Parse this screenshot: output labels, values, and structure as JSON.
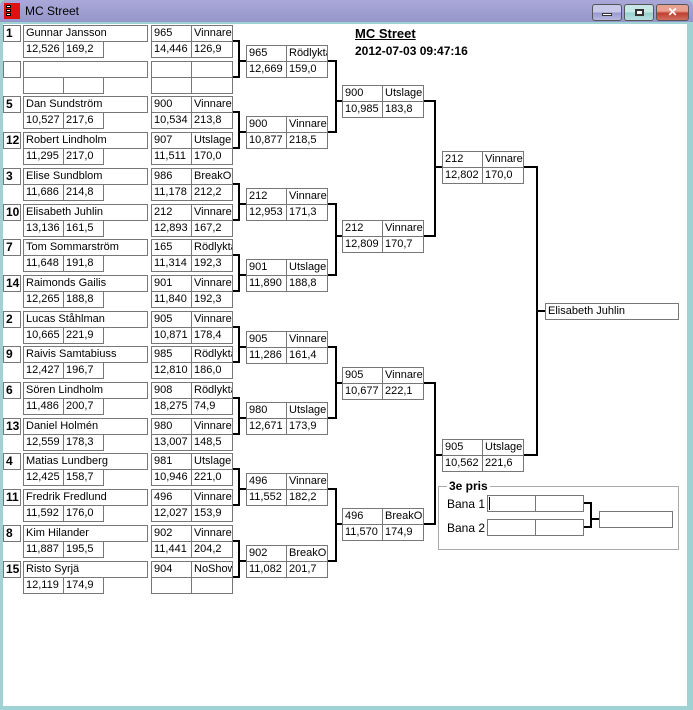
{
  "window": {
    "title": "MC Street"
  },
  "header": {
    "title": "MC Street",
    "timestamp": "2012-07-03 09:47:16"
  },
  "round1": {
    "entries": [
      {
        "seed": "1",
        "name": "Gunnar Jansson",
        "time": "12,526",
        "speed": "169,2"
      },
      {
        "seed": "",
        "name": "",
        "time": "",
        "speed": ""
      },
      {
        "seed": "5",
        "name": "Dan Sundström",
        "time": "10,527",
        "speed": "217,6"
      },
      {
        "seed": "12",
        "name": "Robert Lindholm",
        "time": "11,295",
        "speed": "217,0"
      },
      {
        "seed": "3",
        "name": "Elise Sundblom",
        "time": "11,686",
        "speed": "214,8"
      },
      {
        "seed": "10",
        "name": "Elisabeth Juhlin",
        "time": "13,136",
        "speed": "161,5"
      },
      {
        "seed": "7",
        "name": "Tom Sommarström",
        "time": "11,648",
        "speed": "191,8"
      },
      {
        "seed": "14",
        "name": "Raimonds Gailis",
        "time": "12,265",
        "speed": "188,8"
      },
      {
        "seed": "2",
        "name": "Lucas Ståhlman",
        "time": "10,665",
        "speed": "221,9"
      },
      {
        "seed": "9",
        "name": "Raivis Samtabiuss",
        "time": "12,427",
        "speed": "196,7"
      },
      {
        "seed": "6",
        "name": "Sören Lindholm",
        "time": "11,486",
        "speed": "200,7"
      },
      {
        "seed": "13",
        "name": "Daniel Holmén",
        "time": "12,559",
        "speed": "178,3"
      },
      {
        "seed": "4",
        "name": "Matias Lundberg",
        "time": "12,425",
        "speed": "158,7"
      },
      {
        "seed": "11",
        "name": "Fredrik Fredlund",
        "time": "11,592",
        "speed": "176,0"
      },
      {
        "seed": "8",
        "name": "Kim Hilander",
        "time": "11,887",
        "speed": "195,5"
      },
      {
        "seed": "15",
        "name": "Risto Syrjä",
        "time": "12,119",
        "speed": "174,9"
      }
    ],
    "results": [
      {
        "num": "965",
        "status": "Vinnare",
        "time": "14,446",
        "speed": "126,9"
      },
      {
        "num": "",
        "status": "",
        "time": "",
        "speed": ""
      },
      {
        "num": "900",
        "status": "Vinnare",
        "time": "10,534",
        "speed": "213,8"
      },
      {
        "num": "907",
        "status": "Utslagen",
        "time": "11,511",
        "speed": "170,0"
      },
      {
        "num": "986",
        "status": "BreakOut",
        "time": "11,178",
        "speed": "212,2"
      },
      {
        "num": "212",
        "status": "Vinnare",
        "time": "12,893",
        "speed": "167,2"
      },
      {
        "num": "165",
        "status": "Rödlykta",
        "time": "11,314",
        "speed": "192,3"
      },
      {
        "num": "901",
        "status": "Vinnare",
        "time": "11,840",
        "speed": "192,3"
      },
      {
        "num": "905",
        "status": "Vinnare",
        "time": "10,871",
        "speed": "178,4"
      },
      {
        "num": "985",
        "status": "Rödlykta",
        "time": "12,810",
        "speed": "186,0"
      },
      {
        "num": "908",
        "status": "Rödlykta",
        "time": "18,275",
        "speed": "74,9"
      },
      {
        "num": "980",
        "status": "Vinnare",
        "time": "13,007",
        "speed": "148,5"
      },
      {
        "num": "981",
        "status": "Utslagen",
        "time": "10,946",
        "speed": "221,0"
      },
      {
        "num": "496",
        "status": "Vinnare",
        "time": "12,027",
        "speed": "153,9"
      },
      {
        "num": "902",
        "status": "Vinnare",
        "time": "11,441",
        "speed": "204,2"
      },
      {
        "num": "904",
        "status": "NoShow",
        "time": "",
        "speed": ""
      }
    ]
  },
  "round2": [
    {
      "num": "965",
      "status": "Rödlykta",
      "time": "12,669",
      "speed": "159,0"
    },
    {
      "num": "900",
      "status": "Vinnare",
      "time": "10,877",
      "speed": "218,5"
    },
    {
      "num": "212",
      "status": "Vinnare",
      "time": "12,953",
      "speed": "171,3"
    },
    {
      "num": "901",
      "status": "Utslagen",
      "time": "11,890",
      "speed": "188,8"
    },
    {
      "num": "905",
      "status": "Vinnare",
      "time": "11,286",
      "speed": "161,4"
    },
    {
      "num": "980",
      "status": "Utslagen",
      "time": "12,671",
      "speed": "173,9"
    },
    {
      "num": "496",
      "status": "Vinnare",
      "time": "11,552",
      "speed": "182,2"
    },
    {
      "num": "902",
      "status": "BreakOut",
      "time": "11,082",
      "speed": "201,7"
    }
  ],
  "round3": [
    {
      "num": "900",
      "status": "Utslagen",
      "time": "10,985",
      "speed": "183,8"
    },
    {
      "num": "212",
      "status": "Vinnare",
      "time": "12,809",
      "speed": "170,7"
    },
    {
      "num": "905",
      "status": "Vinnare",
      "time": "10,677",
      "speed": "222,1"
    },
    {
      "num": "496",
      "status": "BreakOut",
      "time": "11,570",
      "speed": "174,9"
    }
  ],
  "round4": [
    {
      "num": "212",
      "status": "Vinnare",
      "time": "12,802",
      "speed": "170,0"
    },
    {
      "num": "905",
      "status": "Utslagen",
      "time": "10,562",
      "speed": "221,6"
    }
  ],
  "final": {
    "winner": "Elisabeth Juhlin"
  },
  "third_place": {
    "title": "3e pris",
    "lane1_label": "Bana 1",
    "lane2_label": "Bana 2"
  }
}
